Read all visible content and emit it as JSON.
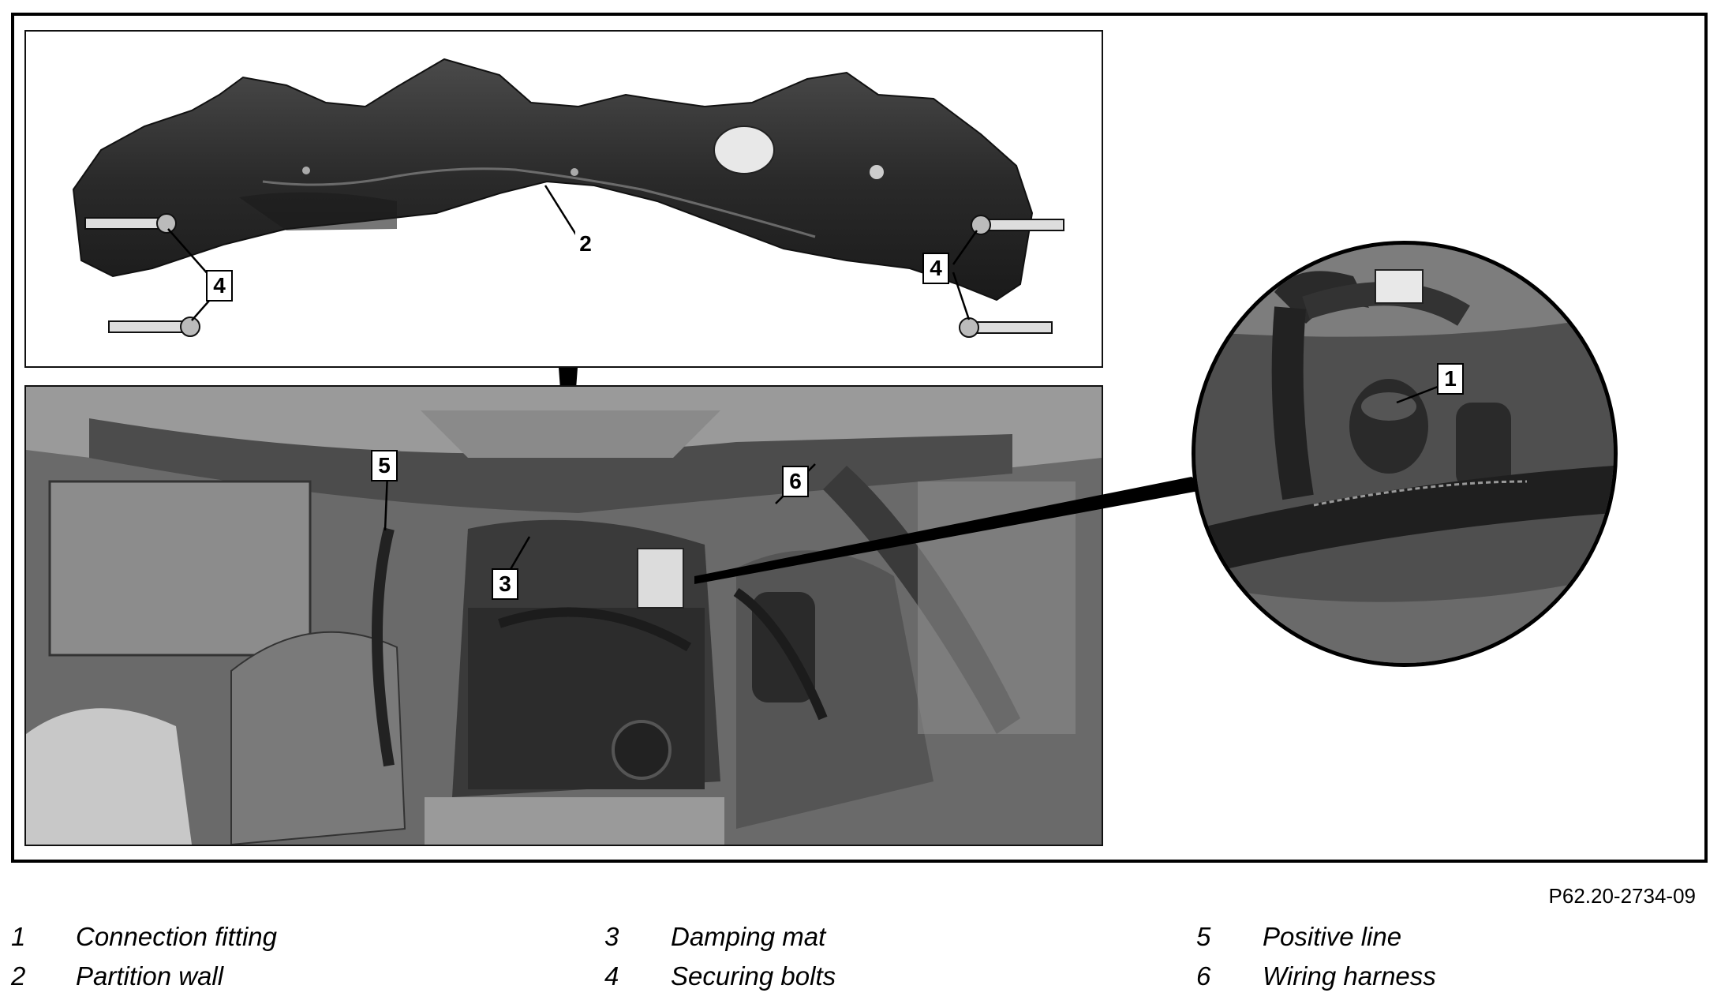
{
  "figure_id": "P62.20-2734-09",
  "callouts": [
    "1",
    "2",
    "3",
    "4",
    "5",
    "6"
  ],
  "legend": [
    {
      "num": "1",
      "label": "Connection fitting"
    },
    {
      "num": "2",
      "label": "Partition wall"
    },
    {
      "num": "3",
      "label": "Damping mat"
    },
    {
      "num": "4",
      "label": "Securing bolts"
    },
    {
      "num": "5",
      "label": "Positive line"
    },
    {
      "num": "6",
      "label": "Wiring harness"
    }
  ],
  "colors": {
    "line": "#000000",
    "panel_dark": "#2b2b2b",
    "photo_mid": "#6e6e6e"
  }
}
